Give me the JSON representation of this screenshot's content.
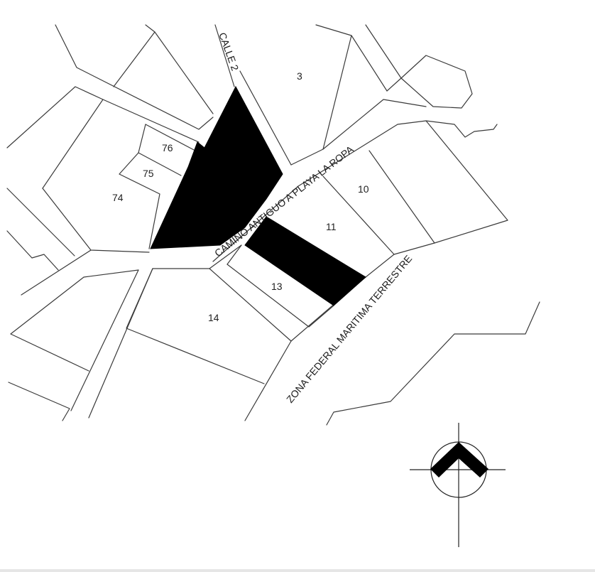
{
  "streets": {
    "calle": "CALLE 2",
    "camino": "CAMINO ANTIGUO A PLAYA LA ROPA",
    "zona": "ZONA FEDERAL MARITIMA TERRESTRE"
  },
  "lots": {
    "lot_3": "3",
    "lot_10": "10",
    "lot_11": "11",
    "lot_13": "13",
    "lot_14": "14",
    "lot_74": "74",
    "lot_75": "75",
    "lot_76": "76"
  },
  "compass": {
    "icon": "north-arrow-icon"
  },
  "colors": {
    "line": "#3a3a3a",
    "highlight": "#000000"
  }
}
